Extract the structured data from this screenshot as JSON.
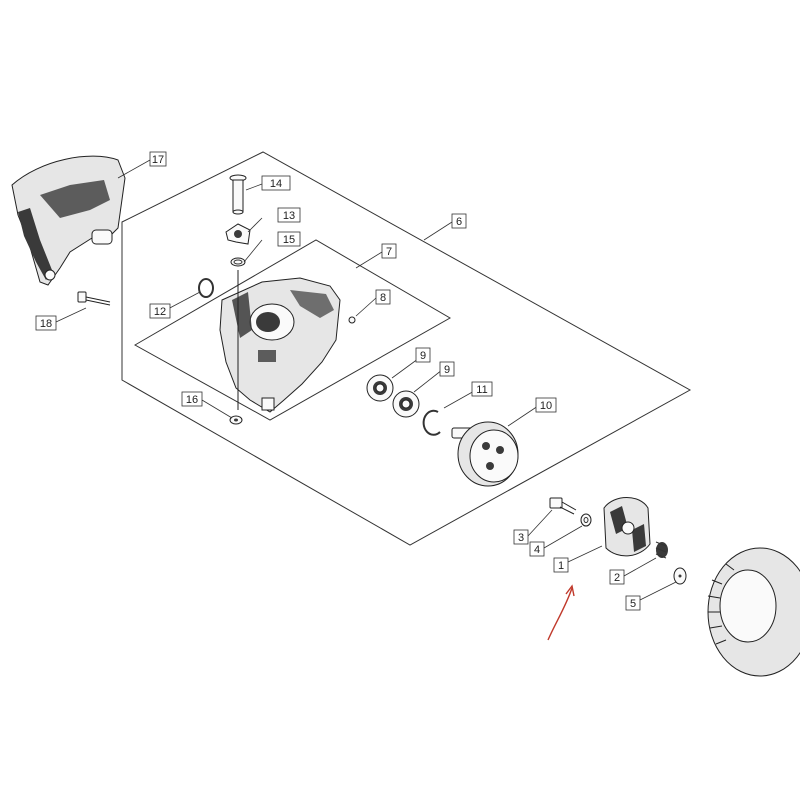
{
  "callouts": {
    "c1": "1",
    "c2": "2",
    "c3": "3",
    "c4": "4",
    "c5": "5",
    "c6": "6",
    "c7": "7",
    "c8": "8",
    "c9a": "9",
    "c9b": "9",
    "c10": "10",
    "c11": "11",
    "c12": "12",
    "c13": "13",
    "c14": "14",
    "c15": "15",
    "c16": "16",
    "c17": "17",
    "c18": "18"
  },
  "colors": {
    "line": "#333333",
    "arrow": "#c0392b",
    "dark": "#3a3a3a"
  }
}
